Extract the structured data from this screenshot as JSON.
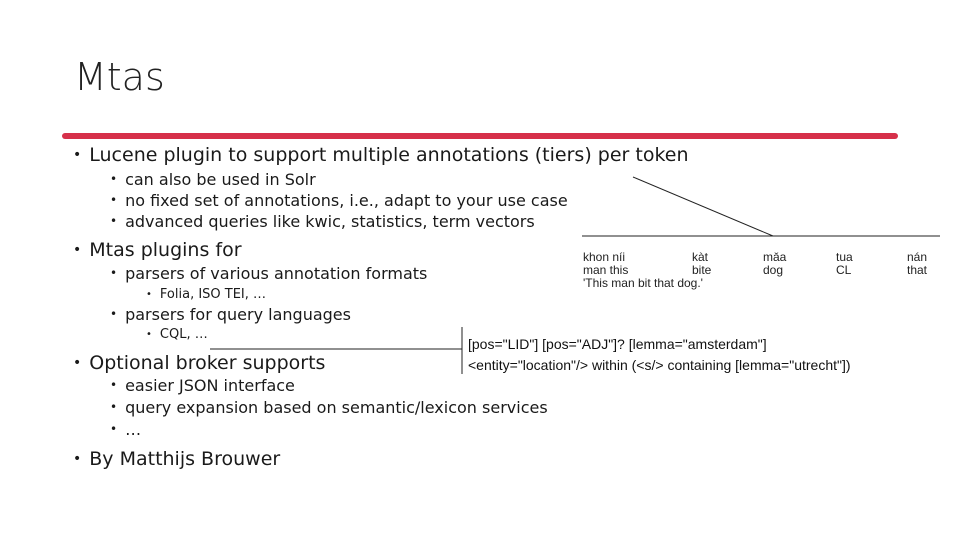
{
  "slide": {
    "title": "Mtas",
    "accent_color": "#d6304a",
    "bullet_char": "•",
    "bullets": [
      {
        "text": "Lucene plugin to support multiple annotations (tiers) per token"
      },
      {
        "text": "can also be used in Solr"
      },
      {
        "text": "no fixed set of annotations, i.e., adapt to your use case"
      },
      {
        "text": "advanced queries like kwic, statistics, term vectors"
      },
      {
        "text": "Mtas plugins for"
      },
      {
        "text": "parsers of various annotation formats"
      },
      {
        "text": "Folia, ISO TEI, …"
      },
      {
        "text": "parsers for query languages"
      },
      {
        "text": "CQL, …"
      },
      {
        "text": "Optional broker supports"
      },
      {
        "text": "easier JSON interface"
      },
      {
        "text": "query expansion based on semantic/lexicon services"
      },
      {
        "text": "…"
      },
      {
        "text": "By Matthijs Brouwer"
      }
    ]
  },
  "gloss": {
    "row1": [
      "khon níi",
      "kàt",
      "mǎa",
      "tua",
      "nán"
    ],
    "row2": [
      "man  this",
      "bite",
      "dog",
      "CL",
      "that"
    ],
    "translation": "'This man bit that dog.'"
  },
  "query": {
    "line1": "[pos=\"LID\"] [pos=\"ADJ\"]? [lemma=\"amsterdam\"]",
    "line2": "<entity=\"location\"/> within (<s/> containing [lemma=\"utrecht\"])"
  }
}
